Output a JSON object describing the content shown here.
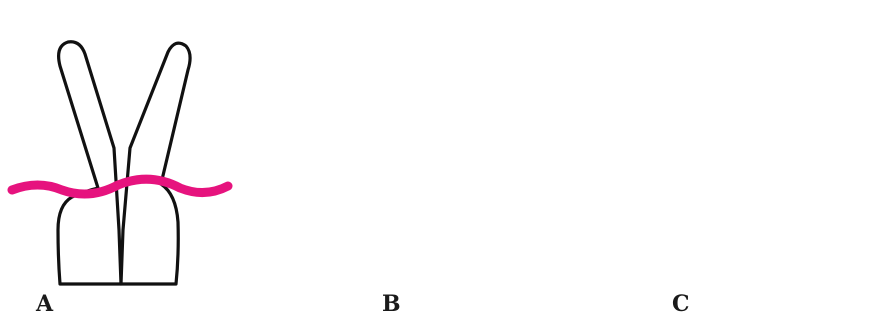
{
  "panels": [
    {
      "id": "A",
      "label": "A"
    },
    {
      "id": "B",
      "label": "B"
    },
    {
      "id": "C",
      "label": "C"
    }
  ],
  "colors": {
    "gingiva": "#e6137e",
    "rotation_arrow": "#3b54a8",
    "outline": "#111111"
  },
  "icons": [
    "rotation-arrow-icon",
    "orthodontic-bracket-icon"
  ]
}
